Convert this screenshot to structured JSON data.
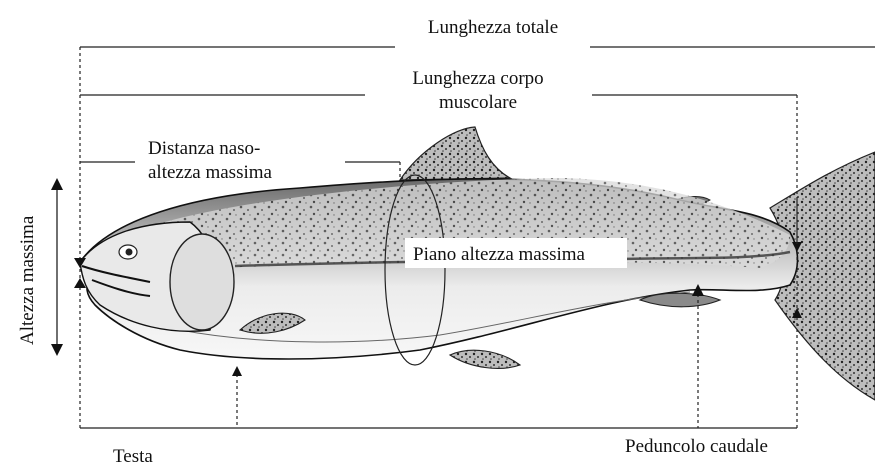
{
  "diagram": {
    "labels": {
      "total_length": "Lunghezza totale",
      "muscle_body_length_line1": "Lunghezza corpo",
      "muscle_body_length_line2": "muscolare",
      "nose_distance_line1": "Distanza naso-",
      "nose_distance_line2": "altezza massima",
      "max_height_plane": "Piano altezza massima",
      "max_height": "Altezza massima",
      "head": "Testa",
      "caudal_peduncle": "Peduncolo caudale"
    },
    "figure": {
      "subject": "fish",
      "subject-icon": "trout-icon"
    },
    "colors": {
      "ink": "#111111",
      "body_light": "#e6e6e6",
      "body_dark": "#5a5a5a",
      "background": "#ffffff"
    }
  }
}
